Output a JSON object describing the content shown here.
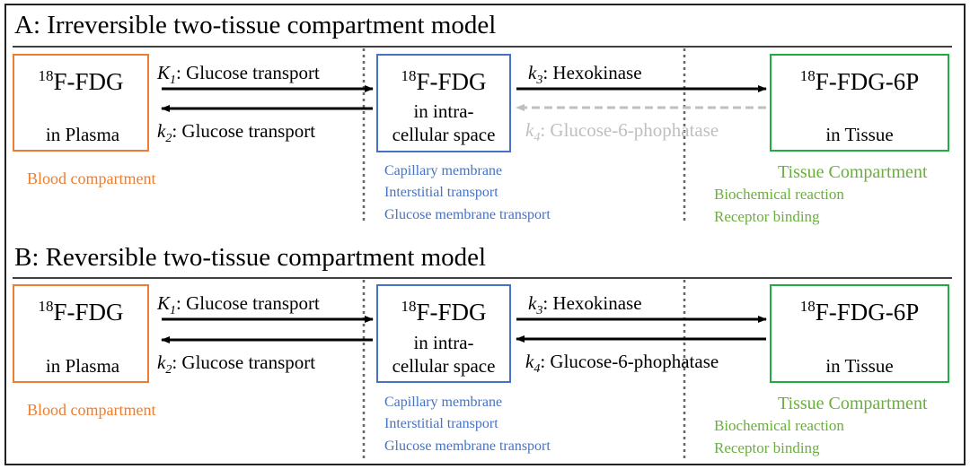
{
  "colors": {
    "frame": "#222222",
    "plasma": "#ED7D31",
    "intracellular": "#4472C4",
    "tissue": "#22AA44",
    "tissue_text": "#6AAE3D",
    "dashed_arrow": "#BFBFBF",
    "arrow": "#000000"
  },
  "panels": [
    {
      "id": "A",
      "title": "A: Irreversible two-tissue compartment model",
      "plasma_box": {
        "mass": "18",
        "name": "F-FDG",
        "location": "in Plasma"
      },
      "intra_box": {
        "mass": "18",
        "name": "F-FDG",
        "location_line1": "in intra-",
        "location_line2": "cellular space"
      },
      "tissue_box": {
        "mass": "18",
        "name": "F-FDG-6P",
        "location": "in Tissue"
      },
      "k1": {
        "sym": "K",
        "sub": "1",
        "text": ": Glucose transport"
      },
      "k2": {
        "sym": "k",
        "sub": "2",
        "text": ": Glucose transport"
      },
      "k3": {
        "sym": "k",
        "sub": "3",
        "text": ": Hexokinase"
      },
      "k4": {
        "sym": "k",
        "sub": "4",
        "text": ": Glucose-6-phophatase",
        "style": "dashed-gray"
      },
      "blood_label": "Blood compartment",
      "intra_notes": [
        "Capillary membrane",
        "Interstitial transport",
        "Glucose membrane transport"
      ],
      "tissue_label": "Tissue Compartment",
      "tissue_notes": [
        "Biochemical reaction",
        "Receptor binding"
      ]
    },
    {
      "id": "B",
      "title": "B: Reversible two-tissue compartment model",
      "plasma_box": {
        "mass": "18",
        "name": "F-FDG",
        "location": "in Plasma"
      },
      "intra_box": {
        "mass": "18",
        "name": "F-FDG",
        "location_line1": "in intra-",
        "location_line2": "cellular space"
      },
      "tissue_box": {
        "mass": "18",
        "name": "F-FDG-6P",
        "location": "in Tissue"
      },
      "k1": {
        "sym": "K",
        "sub": "1",
        "text": ": Glucose transport"
      },
      "k2": {
        "sym": "k",
        "sub": "2",
        "text": ": Glucose transport"
      },
      "k3": {
        "sym": "k",
        "sub": "3",
        "text": ": Hexokinase"
      },
      "k4": {
        "sym": "k",
        "sub": "4",
        "text": ": Glucose-6-phophatase",
        "style": "solid"
      },
      "blood_label": "Blood compartment",
      "intra_notes": [
        "Capillary membrane",
        "Interstitial transport",
        "Glucose membrane transport"
      ],
      "tissue_label": "Tissue Compartment",
      "tissue_notes": [
        "Biochemical reaction",
        "Receptor binding"
      ]
    }
  ]
}
